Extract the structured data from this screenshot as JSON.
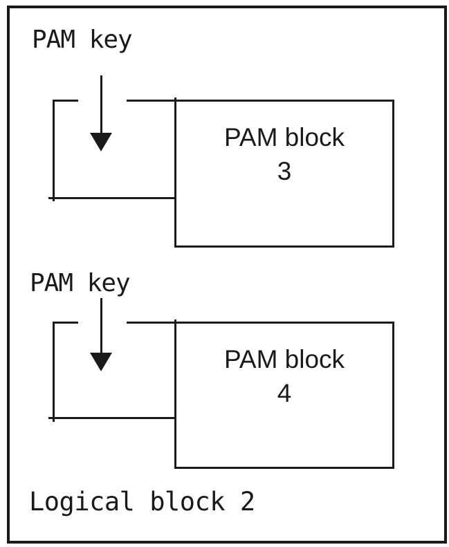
{
  "diagram": {
    "units": [
      {
        "key_label": "PAM key",
        "block_line1": "PAM block",
        "block_line2": "3"
      },
      {
        "key_label": "PAM key",
        "block_line1": "PAM block",
        "block_line2": "4"
      }
    ],
    "footer_label": "Logical block 2",
    "colors": {
      "line": "#1a1a1a",
      "background": "#ffffff"
    }
  }
}
